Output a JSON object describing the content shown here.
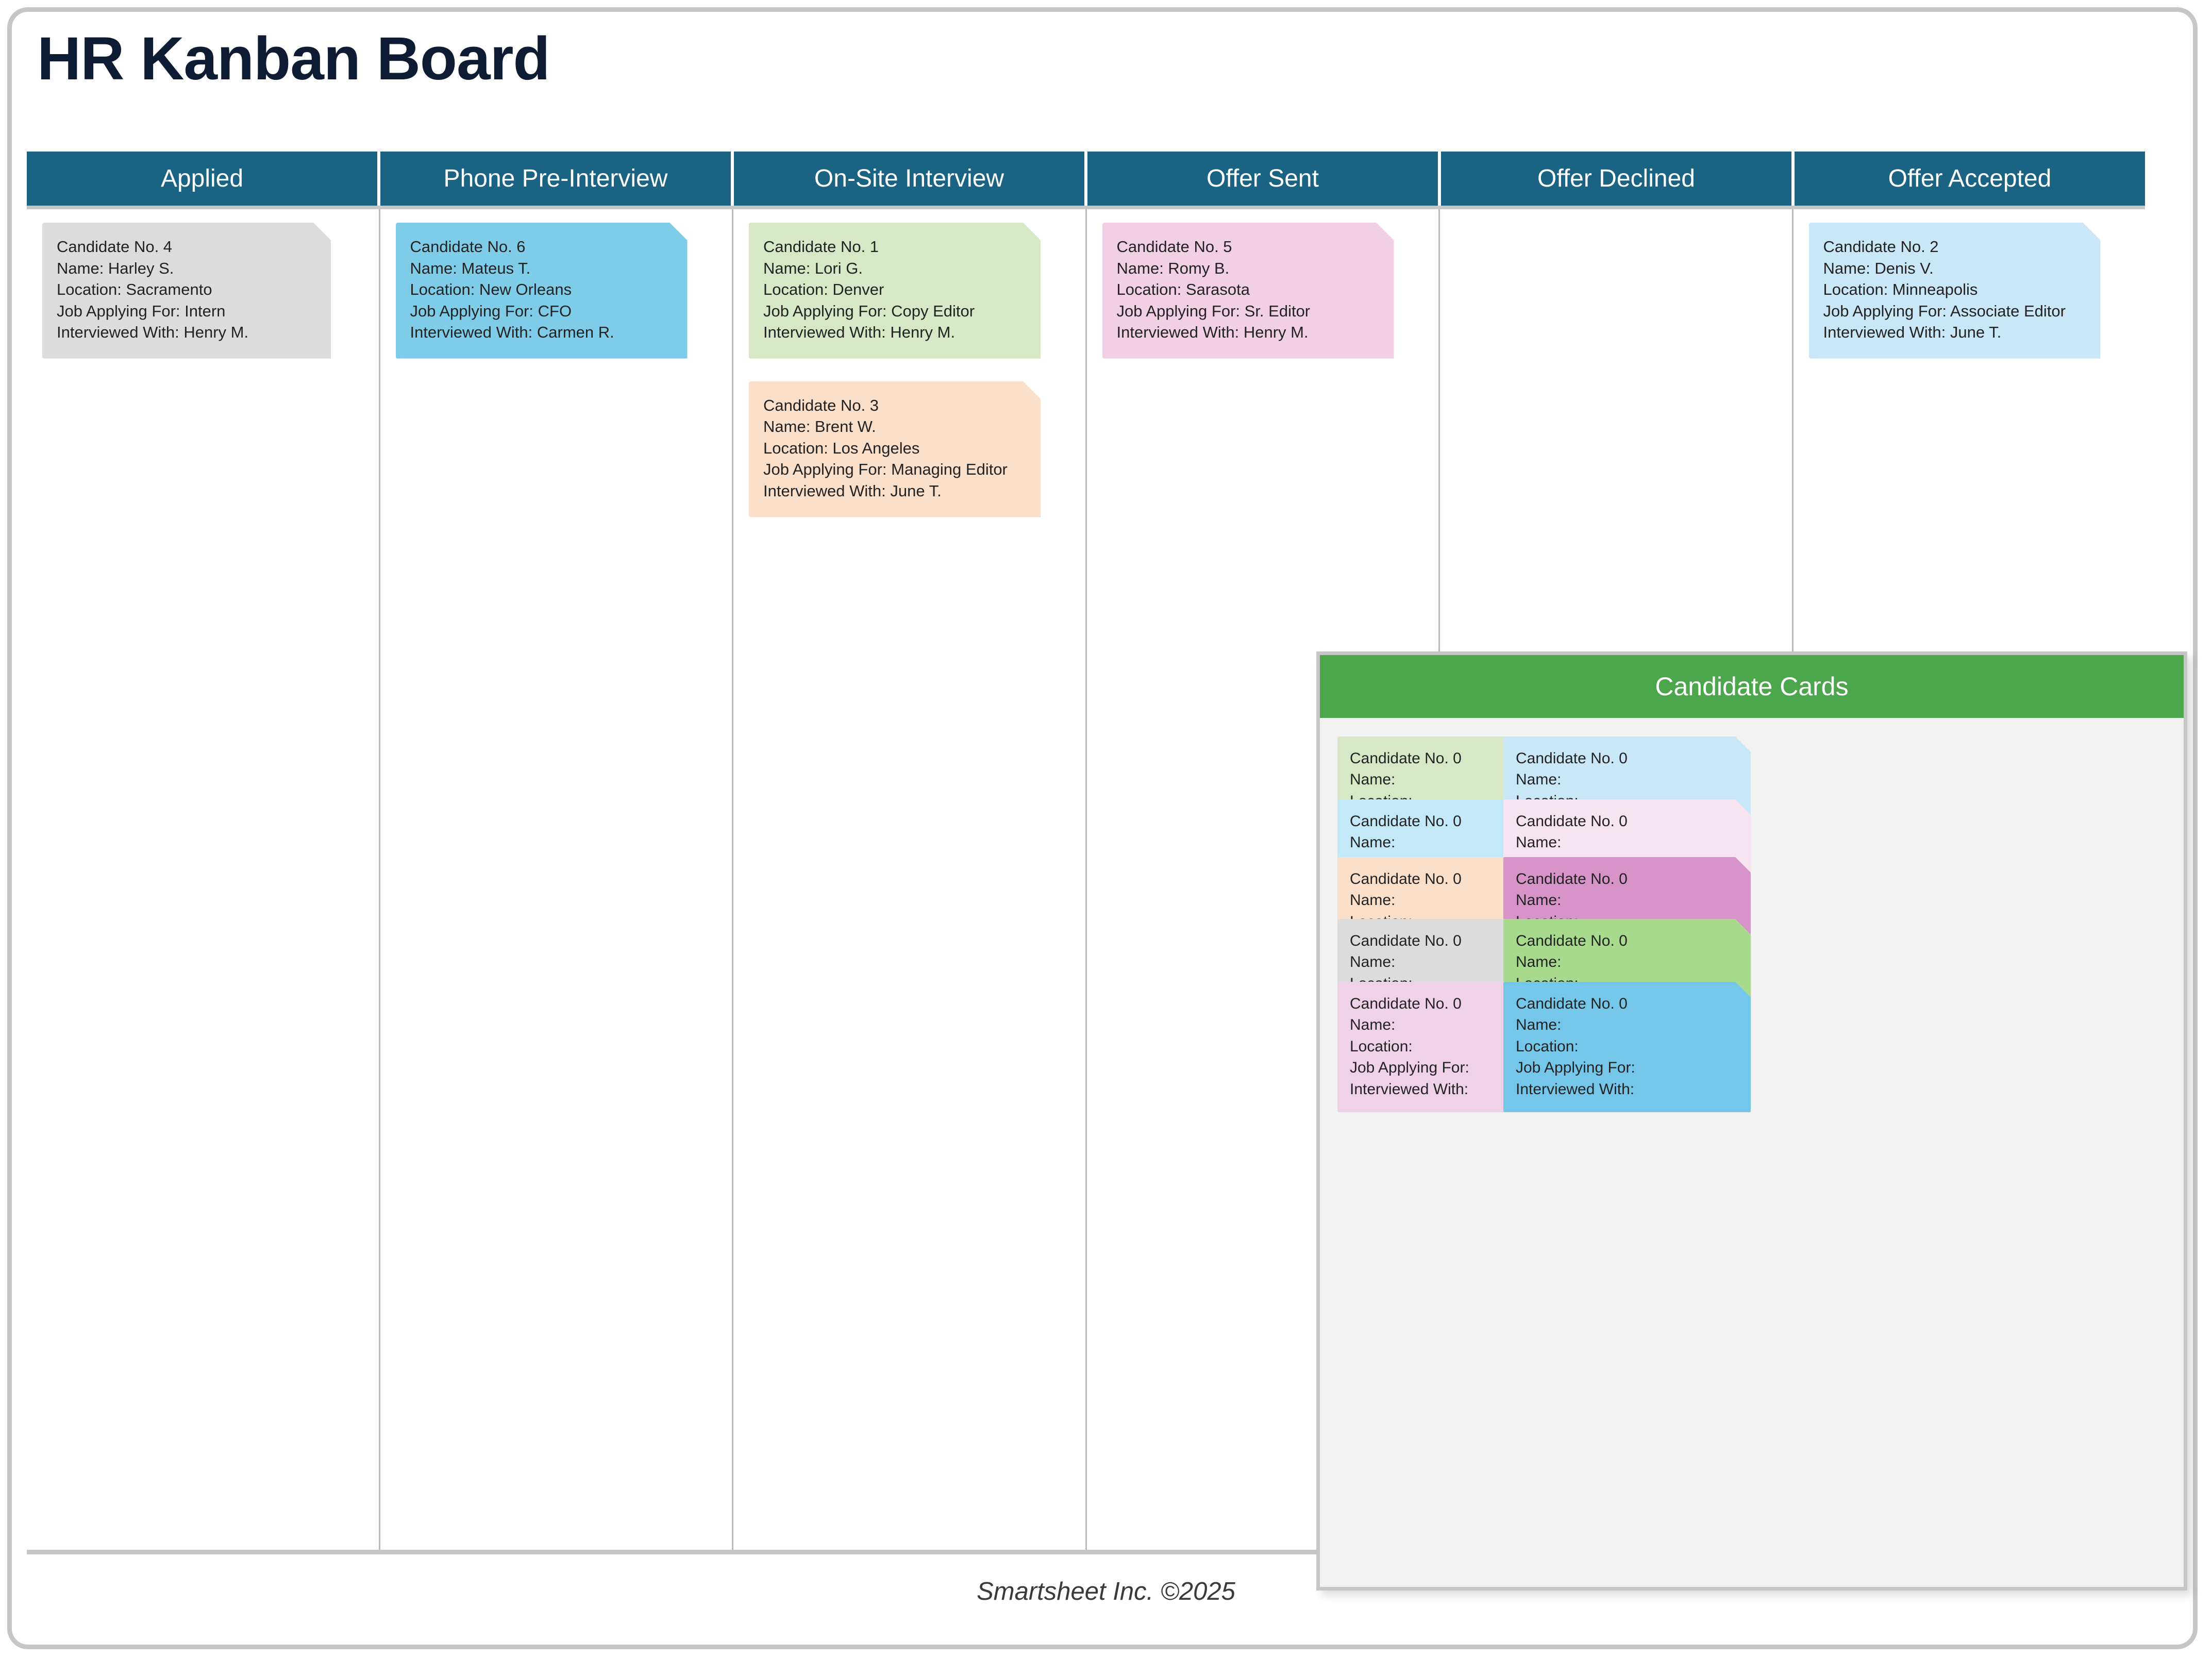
{
  "page": {
    "title": "HR Kanban Board",
    "footer": "Smartsheet Inc. ©2025"
  },
  "colors": {
    "header_teal": "#1a6383",
    "title_navy": "#0d1b33",
    "panel_green": "#4ca64c",
    "frame_gray": "#c6c6c6",
    "panel_bg": "#f2f2f2",
    "card_gray": "#dcdcdc",
    "card_blue": "#7fcce8",
    "card_light_green": "#d6e8c6",
    "card_peach": "#fadfcb",
    "card_pink": "#f1d0e4",
    "card_pale_blue": "#c9e7f7",
    "card_pale_pink": "#f6e4f0",
    "card_magenta": "#d694c8",
    "card_green": "#a8da8e",
    "card_light_pink": "#f0d2e8"
  },
  "board": {
    "columns": [
      {
        "title": "Applied",
        "cards": [
          {
            "color": "#dcdcdc",
            "lines": [
              "Candidate No. 4",
              "Name: Harley S.",
              "Location: Sacramento",
              "Job Applying For: Intern",
              "Interviewed With: Henry M."
            ]
          }
        ]
      },
      {
        "title": "Phone Pre-Interview",
        "cards": [
          {
            "color": "#7fcce8",
            "lines": [
              "Candidate No. 6",
              "Name: Mateus T.",
              "Location: New Orleans",
              "Job Applying For: CFO",
              "Interviewed With: Carmen R."
            ]
          }
        ]
      },
      {
        "title": "On-Site Interview",
        "cards": [
          {
            "color": "#d6e8c6",
            "lines": [
              "Candidate No. 1",
              "Name: Lori G.",
              "Location: Denver",
              "Job Applying For: Copy Editor",
              "Interviewed With: Henry M."
            ]
          },
          {
            "color": "#fadfcb",
            "lines": [
              "Candidate No. 3",
              "Name: Brent W.",
              "Location: Los Angeles",
              "Job Applying For: Managing Editor",
              "Interviewed With: June T."
            ]
          }
        ]
      },
      {
        "title": "Offer Sent",
        "cards": [
          {
            "color": "#f1d0e4",
            "lines": [
              "Candidate No. 5",
              "Name: Romy B.",
              "Location: Sarasota",
              "Job Applying For: Sr. Editor",
              "Interviewed With: Henry M."
            ]
          }
        ]
      },
      {
        "title": "Offer Declined",
        "cards": []
      },
      {
        "title": "Offer Accepted",
        "cards": [
          {
            "color": "#c9e7f7",
            "lines": [
              "Candidate No. 2",
              "Name: Denis V.",
              "Location: Minneapolis",
              "Job Applying For: Associate Editor",
              "Interviewed With: June T."
            ]
          }
        ]
      }
    ]
  },
  "candidate_cards_panel": {
    "title": "Candidate Cards",
    "template_lines": [
      "Candidate No. 0",
      "Name:",
      "Location:",
      "Job Applying For:",
      "Interviewed With:"
    ],
    "cards": [
      {
        "color": "#d6e8c6",
        "col": 0,
        "row": 0
      },
      {
        "color": "#c9e7f7",
        "col": 1,
        "row": 0
      },
      {
        "color": "#c3e8f7",
        "col": 0,
        "row": 1
      },
      {
        "color": "#f6e4f0",
        "col": 1,
        "row": 1
      },
      {
        "color": "#fadfcb",
        "col": 0,
        "row": 2
      },
      {
        "color": "#d694c8",
        "col": 1,
        "row": 2
      },
      {
        "color": "#dcdcdc",
        "col": 0,
        "row": 3
      },
      {
        "color": "#a8da8e",
        "col": 1,
        "row": 3
      },
      {
        "color": "#f0d2e8",
        "col": 0,
        "row": 4
      },
      {
        "color": "#74c7e8",
        "col": 1,
        "row": 4
      }
    ]
  }
}
